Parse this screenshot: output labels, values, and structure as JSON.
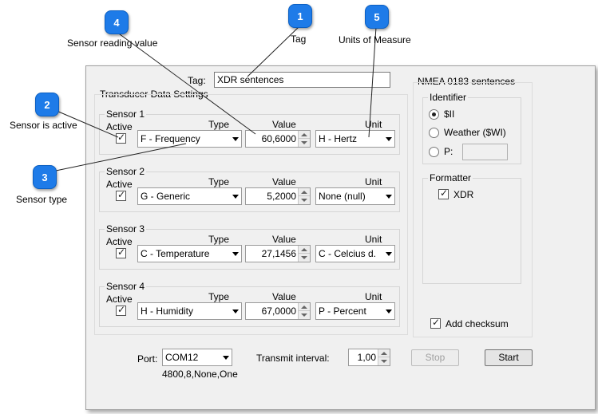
{
  "tag": {
    "label": "Tag:",
    "value": "XDR sentences"
  },
  "transducer": {
    "title": "Transducer Data Settings",
    "headers": {
      "active": "Active",
      "type": "Type",
      "value": "Value",
      "unit": "Unit"
    },
    "sensors": [
      {
        "title": "Sensor 1",
        "type": "F - Frequency",
        "value": "60,6000",
        "unit": "H - Hertz"
      },
      {
        "title": "Sensor 2",
        "type": "G - Generic",
        "value": "5,2000",
        "unit": "None (null)"
      },
      {
        "title": "Sensor 3",
        "type": "C - Temperature",
        "value": "27,1456",
        "unit": "C - Celcius d."
      },
      {
        "title": "Sensor 4",
        "type": "H - Humidity",
        "value": "67,0000",
        "unit": "P - Percent"
      }
    ]
  },
  "nmea": {
    "title": "NMEA 0183 sentences",
    "identifier": {
      "title": "Identifier",
      "opt_ii": "$II",
      "opt_weather": "Weather ($WI)",
      "opt_p": "P:",
      "p_value": ""
    },
    "formatter": {
      "title": "Formatter",
      "xdr": "XDR"
    },
    "add_checksum": "Add checksum"
  },
  "port": {
    "label": "Port:",
    "value": "COM12",
    "settings": "4800,8,None,One"
  },
  "transmit": {
    "label": "Transmit interval:",
    "value": "1,00"
  },
  "buttons": {
    "stop": "Stop",
    "start": "Start"
  },
  "callouts": [
    {
      "num": "1",
      "caption": "Tag"
    },
    {
      "num": "2",
      "caption": "Sensor is active"
    },
    {
      "num": "3",
      "caption": "Sensor type"
    },
    {
      "num": "4",
      "caption": "Sensor reading value"
    },
    {
      "num": "5",
      "caption": "Units of Measure"
    }
  ],
  "colors": {
    "callout": "#1e7be8",
    "dialog": "#f0f0f0"
  }
}
